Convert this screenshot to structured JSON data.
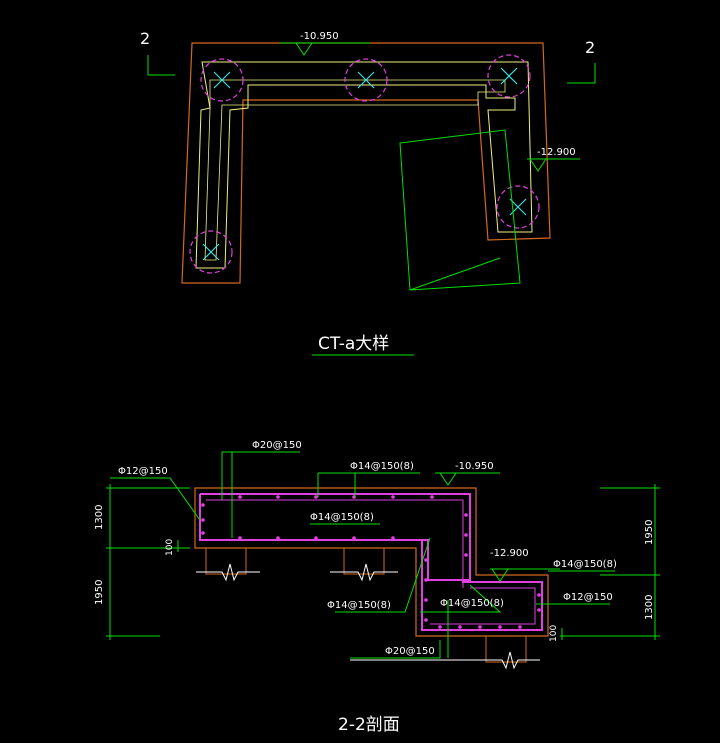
{
  "plan": {
    "section_mark_left": "2",
    "section_mark_right": "2",
    "elev_top": "-10.950",
    "elev_right": "-12.900",
    "title": "CT-a大样"
  },
  "section": {
    "title": "2-2剖面",
    "rebar_top": "Φ20@150",
    "rebar_left": "Φ12@150",
    "rebar_stirrup_top": "Φ14@150(8)",
    "elev_top": "-10.950",
    "rebar_mid": "Φ14@150(8)",
    "rebar_lower_left": "Φ14@150(8)",
    "rebar_lower_inner": "Φ14@150(8)",
    "elev_low": "-12.900",
    "rebar_right": "Φ14@150(8)",
    "rebar_right_side": "Φ12@150",
    "rebar_bottom": "Φ20@150",
    "dim_left_upper": "1300",
    "dim_left_lower": "1950",
    "dim_left_small": "100",
    "dim_right_upper": "1950",
    "dim_right_lower": "1300",
    "dim_right_small": "100"
  },
  "colors": {
    "background": "#000000",
    "outline": "#d2691e",
    "pile": "#e040e0",
    "inner": "#f0f080",
    "annotation": "#00e000",
    "text": "#ffffff",
    "cross": "#40e0e0"
  }
}
